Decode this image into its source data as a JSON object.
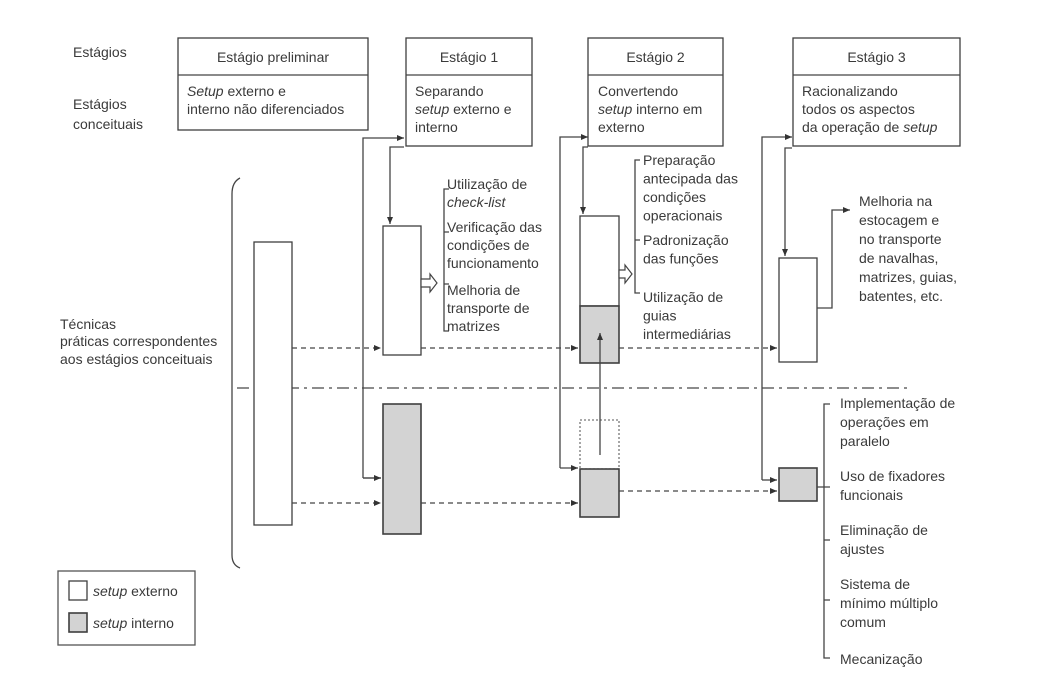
{
  "row_labels": {
    "stages": "Estágios",
    "conceptual_stages": [
      "Estágios",
      "conceituais"
    ],
    "techniques": [
      "Técnicas",
      "práticas correspondentes",
      "aos estágios conceituais"
    ]
  },
  "stages": [
    {
      "title": "Estágio preliminar",
      "lines": [
        [
          {
            "t": "Setup",
            "i": true
          },
          {
            "t": " externo e",
            "i": false
          }
        ],
        [
          {
            "t": "interno não diferenciados",
            "i": false
          }
        ]
      ]
    },
    {
      "title": "Estágio 1",
      "lines": [
        [
          {
            "t": "Separando",
            "i": false
          }
        ],
        [
          {
            "t": "setup",
            "i": true
          },
          {
            "t": " externo e",
            "i": false
          }
        ],
        [
          {
            "t": "interno",
            "i": false
          }
        ]
      ]
    },
    {
      "title": "Estágio 2",
      "lines": [
        [
          {
            "t": "Convertendo",
            "i": false
          }
        ],
        [
          {
            "t": "setup",
            "i": true
          },
          {
            "t": " interno em",
            "i": false
          }
        ],
        [
          {
            "t": "externo",
            "i": false
          }
        ]
      ]
    },
    {
      "title": "Estágio 3",
      "lines": [
        [
          {
            "t": "Racionalizando",
            "i": false
          }
        ],
        [
          {
            "t": "todos os aspectos",
            "i": false
          }
        ],
        [
          {
            "t": "da operação de ",
            "i": false
          },
          {
            "t": "setup",
            "i": true
          }
        ]
      ]
    }
  ],
  "stage1_techniques": [
    [
      [
        {
          "t": "Utilização de",
          "i": false
        }
      ],
      [
        {
          "t": "check-list",
          "i": true
        }
      ]
    ],
    [
      [
        {
          "t": "Verificação das",
          "i": false
        }
      ],
      [
        {
          "t": "condições de",
          "i": false
        }
      ],
      [
        {
          "t": "funcionamento",
          "i": false
        }
      ]
    ],
    [
      [
        {
          "t": "Melhoria de",
          "i": false
        }
      ],
      [
        {
          "t": "transporte de",
          "i": false
        }
      ],
      [
        {
          "t": "matrizes",
          "i": false
        }
      ]
    ]
  ],
  "stage2_techniques": [
    [
      "Preparação",
      "antecipada das",
      "condições",
      "operacionais"
    ],
    [
      "Padronização",
      "das funções"
    ],
    [
      "Utilização de",
      "guias",
      "intermediárias"
    ]
  ],
  "stage3_external_techniques": [
    "Melhoria na",
    "estocagem e",
    "no transporte",
    "de navalhas,",
    "matrizes, guias,",
    "batentes, etc."
  ],
  "stage3_internal_techniques": [
    [
      "Implementação de",
      "operações em",
      "paralelo"
    ],
    [
      "Uso de fixadores",
      "funcionais"
    ],
    [
      "Eliminação de",
      "ajustes"
    ],
    [
      "Sistema de",
      "mínimo múltiplo",
      "comum"
    ],
    [
      "Mecanização"
    ]
  ],
  "legend": [
    {
      "kind": "external",
      "parts": [
        {
          "t": "setup",
          "i": true
        },
        {
          "t": " externo",
          "i": false
        }
      ]
    },
    {
      "kind": "internal",
      "parts": [
        {
          "t": "setup",
          "i": true
        },
        {
          "t": " interno",
          "i": false
        }
      ]
    }
  ],
  "colors": {
    "internal_fill": "#d3d3d3",
    "external_fill": "#ffffff",
    "line": "#444444"
  }
}
